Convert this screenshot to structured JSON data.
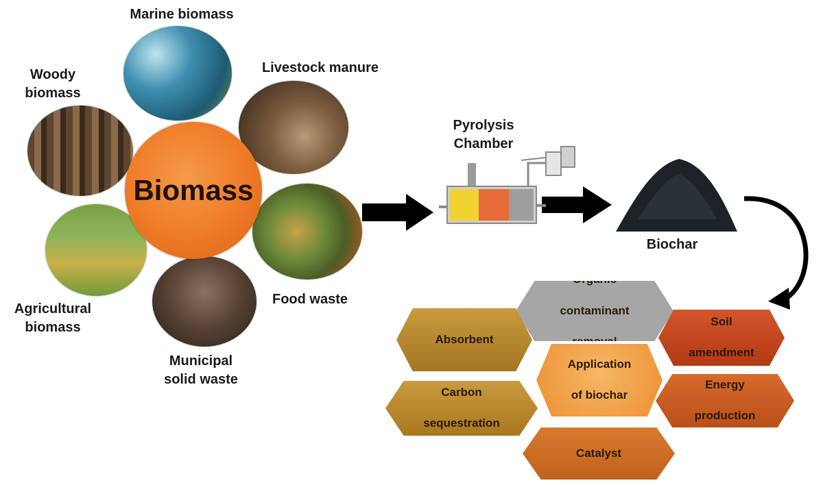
{
  "center_label": "Biomass",
  "sources": {
    "marine": "Marine biomass",
    "livestock": "Livestock manure",
    "woody_line1": "Woody",
    "woody_line2": "biomass",
    "food": "Food waste",
    "agri_line1": "Agricultural",
    "agri_line2": "biomass",
    "municipal_line1": "Municipal",
    "municipal_line2": "solid waste"
  },
  "pyrolysis": {
    "line1": "Pyrolysis",
    "line2": "Chamber"
  },
  "product": "Biochar",
  "applications": {
    "center_line1": "Application",
    "center_line2": "of biochar",
    "organic_line1": "Organic",
    "organic_line2": "contaminant",
    "organic_line3": "removal",
    "absorbent": "Absorbent",
    "soil_line1": "Soil",
    "soil_line2": "amendment",
    "carbon_line1": "Carbon",
    "carbon_line2": "sequestration",
    "energy_line1": "Energy",
    "energy_line2": "production",
    "catalyst": "Catalyst"
  },
  "colors": {
    "biomass_center": "#ee7a27",
    "hex_gold": "#b8892f",
    "hex_gray": "#a3a3a3",
    "hex_red": "#c2451a",
    "hex_orange": "#d0701f",
    "hex_center": "#f0a04b",
    "arrow": "#000000"
  }
}
